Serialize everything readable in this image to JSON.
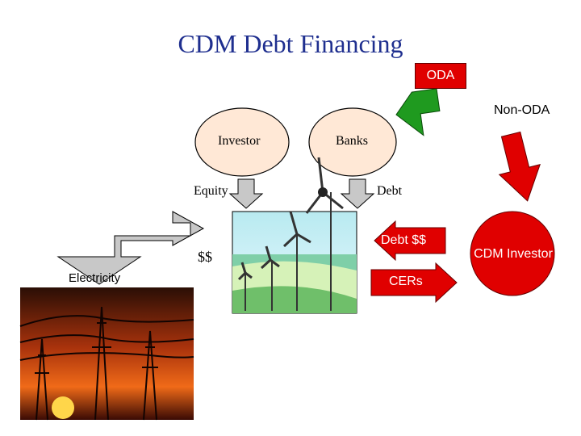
{
  "title": "CDM Debt Financing",
  "labels": {
    "oda": "ODA",
    "non_oda": "Non-ODA",
    "investor": "Investor",
    "banks": "Banks",
    "equity": "Equity",
    "debt": "Debt",
    "money": "$$",
    "electricity": "Electricity",
    "debt_money": "Debt $$",
    "cers": "CERs",
    "cdm_investor": "CDM Investor"
  },
  "colors": {
    "title": "#1f2f8f",
    "oda_box": "#e00000",
    "oda_arrow": "#1f9a1f",
    "non_oda_arrow": "#e00000",
    "cdm_circle": "#e00000",
    "ellipse": "#ffe8d6",
    "gray_arrow": "#c8c8c8"
  },
  "icons": {
    "wind_farm": "wind-turbines-image",
    "power_lines": "power-lines-sunset-image"
  }
}
